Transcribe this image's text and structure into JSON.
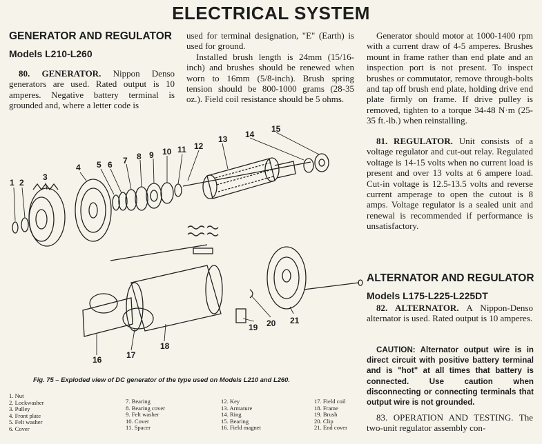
{
  "page": {
    "title": "ELECTRICAL SYSTEM"
  },
  "left": {
    "section_heading": "GENERATOR AND REGULATOR",
    "models_heading": "Models L210-L260",
    "para80_lead": "80. GENERATOR.",
    "para80_text": "Nippon Denso generators are used. Rated output is 10 amperes. Negative battery terminal is grounded and, where a letter code is"
  },
  "middle": {
    "text": "used for terminal designation, \"E\" (Earth) is used for ground.",
    "text2": "Installed brush length is 24mm (15/16-inch) and brushes should be renewed when worn to 16mm (5/8-inch). Brush spring tension should be 800-1000 grams (28-35 oz.). Field coil resistance should be 5 ohms."
  },
  "right": {
    "text1": "Generator should motor at 1000-1400 rpm with a current draw of 4-5 amperes. Brushes mount in frame rather than end plate and an inspection port is not present. To inspect brushes or commutator, remove through-bolts and tap off brush end plate, holding drive end plate firmly on frame. If drive pulley is removed, tighten to a torque 34-48 N·m (25-35 ft.-lb.) when reinstalling.",
    "para81_lead": "81. REGULATOR.",
    "para81_text": "Unit consists of a voltage regulator and cut-out relay. Regulated voltage is 14-15 volts when no current load is present and over 13 volts at 6 ampere load. Cut-in voltage is 12.5-13.5 volts and reverse current amperage to open the cutout is 8 amps. Voltage regulator is a sealed unit and renewal is recommended if performance is unsatisfactory.",
    "alt_heading": "ALTERNATOR AND REGULATOR",
    "alt_models": "Models L175-L225-L225DT",
    "para82_lead": "82. ALTERNATOR.",
    "para82_text": "A Nippon-Denso alternator is used. Rated output is 10 amperes.",
    "caution": "CAUTION: Alternator output wire is in direct circuit with positive battery terminal and is \"hot\" at all times that battery is connected. Use caution when disconnecting or connecting terminals that output wire is not grounded.",
    "para83": "83. OPERATION AND TESTING. The two-unit regulator assembly con-"
  },
  "figure": {
    "caption": "Fig. 75 – Exploded view of DC generator of the type used on Models L210 and L260.",
    "callouts": [
      "1",
      "2",
      "3",
      "4",
      "5",
      "6",
      "7",
      "8",
      "9",
      "10",
      "11",
      "12",
      "13",
      "14",
      "15",
      "16",
      "17",
      "18",
      "19",
      "20",
      "21"
    ],
    "legend": [
      [
        "1. Nut",
        "2. Lockwasher",
        "3. Pulley",
        "4. Front plate",
        "5. Felt washer",
        "6. Cover"
      ],
      [
        "7. Bearing",
        "8. Bearing cover",
        "9. Felt washer",
        "10. Cover",
        "11. Spacer"
      ],
      [
        "12. Key",
        "13. Armature",
        "14. Ring",
        "15. Bearing",
        "16. Field magnet"
      ],
      [
        "17. Field coil",
        "18. Frame",
        "19. Brush",
        "20. Clip",
        "21. End cover"
      ]
    ]
  }
}
